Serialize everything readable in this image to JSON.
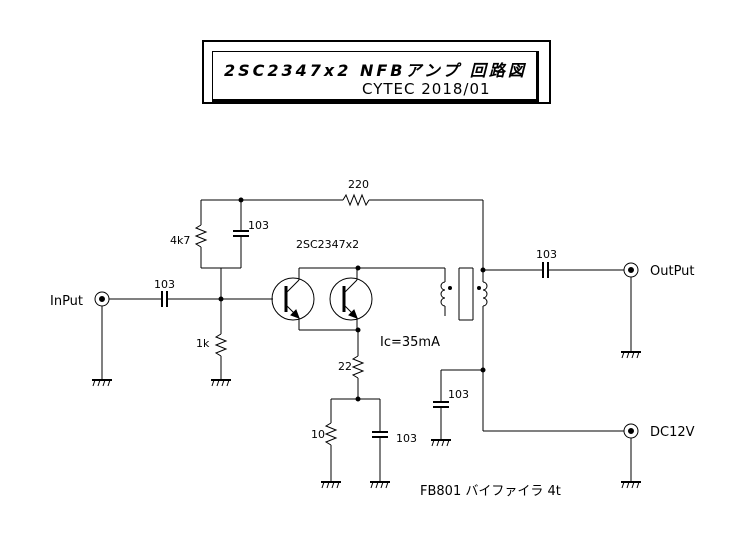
{
  "title": {
    "main": "2SC2347x2 NFBアンプ 回路図",
    "sub": "CYTEC 2018/01"
  },
  "labels": {
    "input": "InPut",
    "output": "OutPut",
    "dc": "DC12V",
    "r_feedback": "220",
    "r_bias_upper": "4k7",
    "c_bias": "103",
    "c_input": "103",
    "r_bias_lower": "1k",
    "transistors": "2SC2347x2",
    "ic": "Ic=35mA",
    "r_emitter": "22",
    "r_emitter2": "10",
    "c_emitter": "103",
    "c_output": "103",
    "c_supply": "103",
    "transformer": "FB801 バイファイラ 4t"
  }
}
